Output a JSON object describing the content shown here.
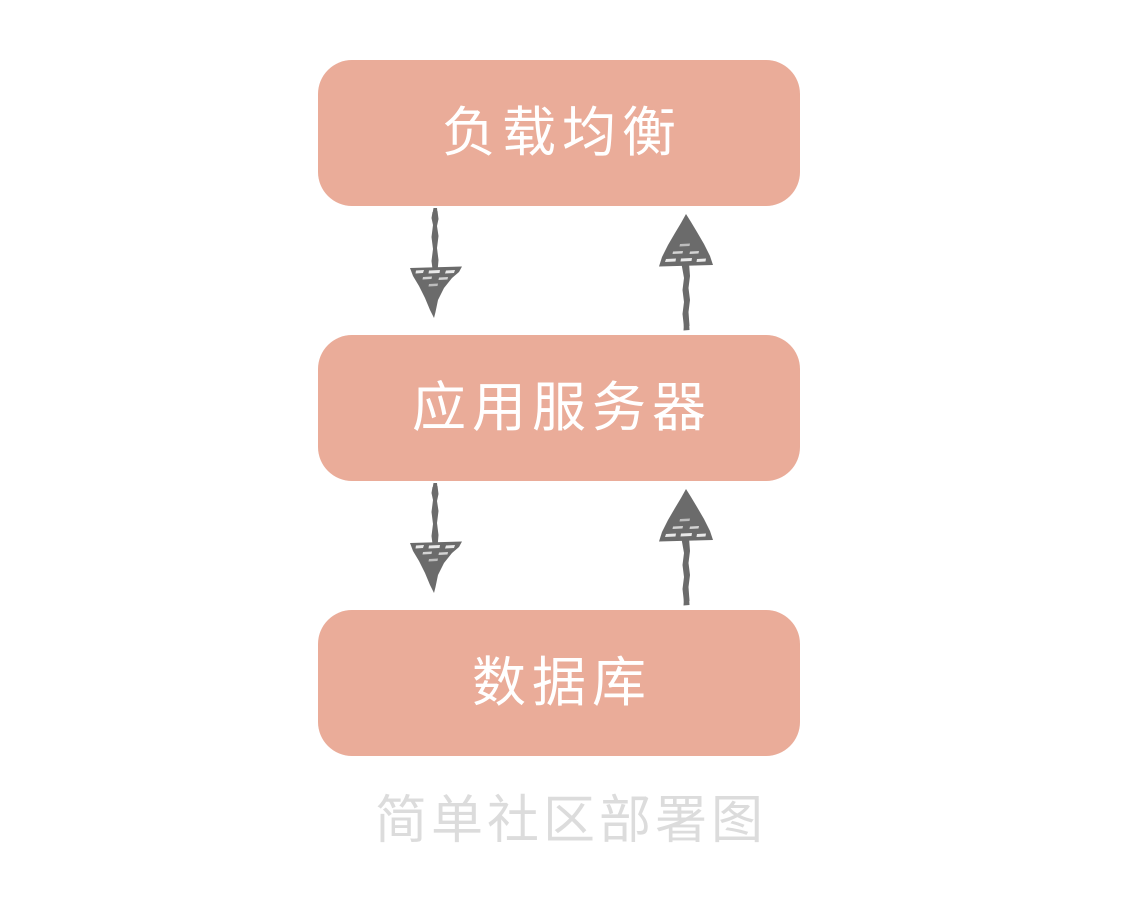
{
  "diagram": {
    "caption": "简单社区部署图",
    "background_color": "#ffffff",
    "node_fill_color": "#eaac99",
    "node_text_color": "#ffffff",
    "arrow_color": "#6b6b6b",
    "caption_color": "#dcdcdc",
    "nodes": [
      {
        "id": "load-balancer",
        "label": "负载均衡"
      },
      {
        "id": "app-server",
        "label": "应用服务器"
      },
      {
        "id": "database",
        "label": "数据库"
      }
    ],
    "edges": [
      {
        "id": "lb-to-app",
        "from": "load-balancer",
        "to": "app-server",
        "direction": "down",
        "style": "hand-drawn-arrow"
      },
      {
        "id": "app-to-lb",
        "from": "app-server",
        "to": "load-balancer",
        "direction": "up",
        "style": "hand-drawn-arrow"
      },
      {
        "id": "app-to-db",
        "from": "app-server",
        "to": "database",
        "direction": "down",
        "style": "hand-drawn-arrow"
      },
      {
        "id": "db-to-app",
        "from": "database",
        "to": "app-server",
        "direction": "up",
        "style": "hand-drawn-arrow"
      }
    ]
  }
}
